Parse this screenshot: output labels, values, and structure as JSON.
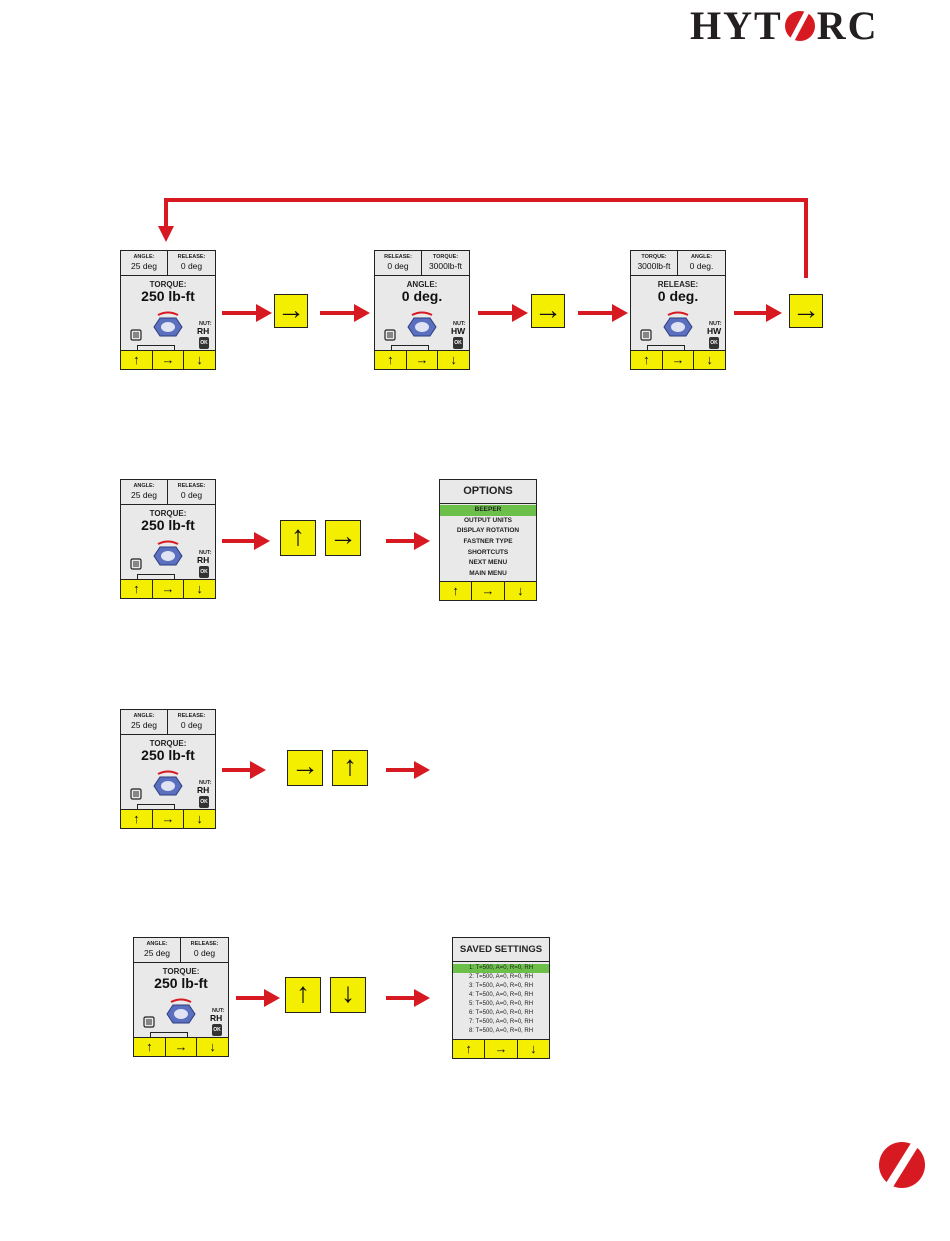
{
  "logo": {
    "left": "HYT",
    "right": "RC"
  },
  "row1": {
    "screen1": {
      "c1_label": "ANGLE:",
      "c1_value": "25 deg",
      "c2_label": "RELEASE:",
      "c2_value": "0 deg",
      "main_label": "TORQUE:",
      "main_value": "250 lb-ft",
      "nut_label": "NUT:",
      "nut_value": "RH",
      "ok": "OK"
    },
    "screen2": {
      "c1_label": "RELEASE:",
      "c1_value": "0 deg",
      "c2_label": "TORQUE:",
      "c2_value": "3000lb-ft",
      "main_label": "ANGLE:",
      "main_value": "0 deg.",
      "nut_label": "NUT:",
      "nut_value": "HW",
      "ok": "OK"
    },
    "screen3": {
      "c1_label": "TORQUE:",
      "c1_value": "3000lb-ft",
      "c2_label": "ANGLE:",
      "c2_value": "0 deg.",
      "main_label": "RELEASE:",
      "main_value": "0 deg.",
      "nut_label": "NUT:",
      "nut_value": "HW",
      "ok": "OK"
    }
  },
  "standard": {
    "c1_label": "ANGLE:",
    "c1_value": "25 deg",
    "c2_label": "RELEASE:",
    "c2_value": "0 deg",
    "main_label": "TORQUE:",
    "main_value": "250 lb-ft",
    "nut_label": "NUT:",
    "nut_value": "RH",
    "ok": "OK"
  },
  "softkeys": {
    "up": "↑",
    "right": "→",
    "down": "↓"
  },
  "keys": {
    "right": "→",
    "up": "↑",
    "down": "↓"
  },
  "options_menu": {
    "title": "OPTIONS",
    "items": [
      "BEEPER",
      "OUTPUT UNITS",
      "DISPLAY ROTATION",
      "FASTNER TYPE",
      "SHORTCUTS",
      "NEXT MENU",
      "MAIN MENU"
    ]
  },
  "saved_menu": {
    "title": "SAVED SETTINGS",
    "items": [
      "1: T=500, A=0, R=0, RH",
      "2: T=500, A=0, R=0, RH",
      "3: T=500, A=0, R=0, RH",
      "4: T=500, A=0, R=0, RH",
      "5: T=500, A=0, R=0, RH",
      "6: T=500, A=0, R=0, RH",
      "7: T=500, A=0, R=0, RH",
      "8: T=500, A=0, R=0, RH"
    ]
  },
  "colors": {
    "brand_red": "#d71921",
    "key_yellow": "#f4ee00",
    "selection_green": "#6cc04a"
  }
}
